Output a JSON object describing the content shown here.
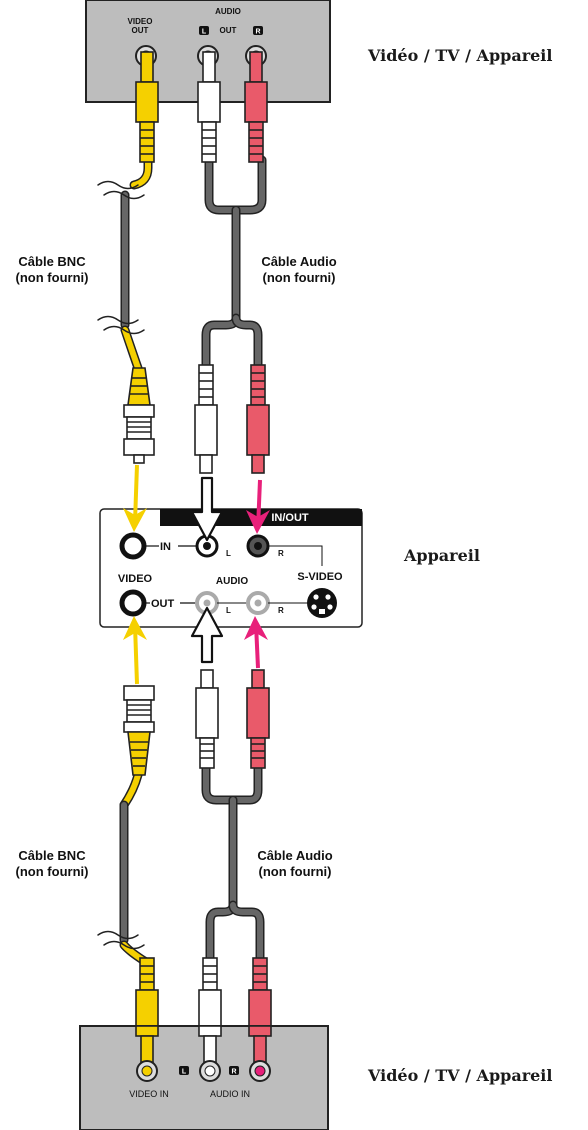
{
  "labels": {
    "top_device": "Vidéo / TV / Appareil",
    "middle_device": "Appareil",
    "bottom_device": "Vidéo / TV / Appareil",
    "bnc_top_line1": "Câble BNC",
    "bnc_top_line2": "(non fourni)",
    "audio_top_line1": "Câble Audio",
    "audio_top_line2": "(non fourni)",
    "bnc_bottom_line1": "Câble BNC",
    "bnc_bottom_line2": "(non fourni)",
    "audio_bottom_line1": "Câble Audio",
    "audio_bottom_line2": "(non fourni)"
  },
  "top_panel": {
    "video_out_line1": "VIDEO",
    "video_out_line2": "OUT",
    "audio_line1": "AUDIO",
    "audio_line2": "OUT",
    "badge_left": "L",
    "badge_right": "R"
  },
  "middle_panel": {
    "header": "IN/OUT",
    "in": "IN",
    "out": "OUT",
    "video": "VIDEO",
    "audio": "AUDIO",
    "svideo": "S-VIDEO",
    "l": "L",
    "r": "R"
  },
  "bottom_panel": {
    "video_in": "VIDEO IN",
    "audio_in": "AUDIO IN",
    "badge_left": "L",
    "badge_right": "R"
  },
  "colors": {
    "yellow": "#f5d000",
    "red": "#e95a6a",
    "magenta": "#e8207a",
    "cable": "#666666",
    "panel": "#bdbdbd",
    "white_plug": "#ffffff"
  }
}
